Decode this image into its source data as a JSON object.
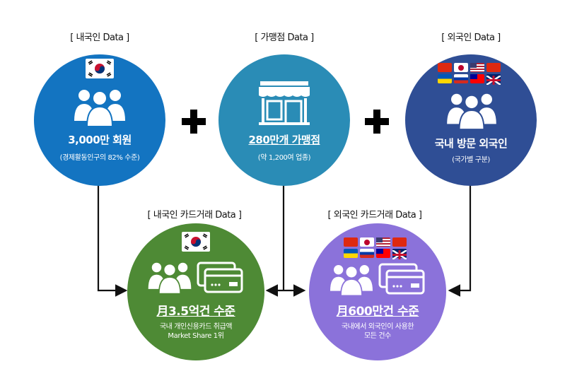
{
  "top": {
    "domestic": {
      "label": "[ 내국인 Data ]",
      "title": "3,000만 회원",
      "sub": "(경제활동인구의 82% 수준)"
    },
    "merchant": {
      "label": "[ 가맹점 Data ]",
      "title": "280만개 가맹점",
      "sub": "(약 1,200여 업종)"
    },
    "foreign": {
      "label": "[ 외국인 Data ]",
      "title": "국내 방문 외국인",
      "sub": "(국가별 구분)"
    }
  },
  "bottom": {
    "domestic_card": {
      "label": "[ 내국인 카드거래 Data ]",
      "title": "月3.5억건 수준",
      "sub1": "국내 개인신용카드 취급액",
      "sub2": "Market Share 1위"
    },
    "foreign_card": {
      "label": "[ 외국인 카드거래 Data ]",
      "title": "月600만건 수준",
      "sub1": "국내에서 외국인이 사용한",
      "sub2": "모든 건수"
    }
  },
  "icons": {
    "people": "people-group-icon",
    "store": "storefront-icon",
    "card": "credit-card-icon",
    "flag_kr": "korea-flag-icon",
    "flags_world": "world-flags-icon",
    "plus": "plus-icon",
    "arrow": "arrow-icon"
  },
  "colors": {
    "domestic": "#1374c1",
    "merchant": "#2a8cb6",
    "foreign": "#2f4e95",
    "domestic_card": "#4e8a35",
    "foreign_card": "#8b72da"
  }
}
